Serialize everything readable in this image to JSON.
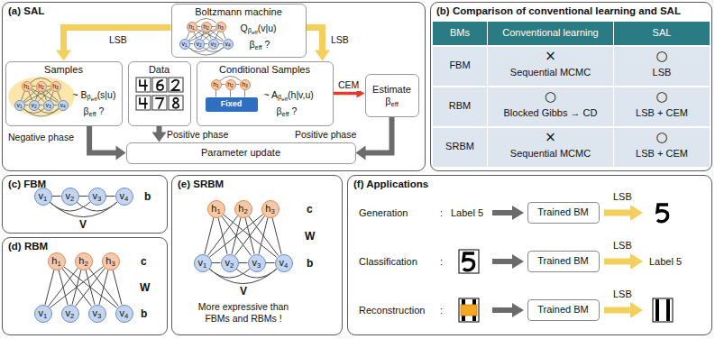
{
  "diagram": {
    "nodes": [
      {
        "text": [
          "(a) SAL"
        ]
      },
      {
        "text": [
          "Boltzmann machine",
          "Qβeff(v|u)",
          "βeff ?"
        ],
        "in": 0
      },
      {
        "text": [
          "h1"
        ],
        "in": 1
      },
      {
        "text": [
          "h2"
        ],
        "in": 1
      },
      {
        "text": [
          "h3"
        ],
        "in": 1
      },
      {
        "text": [
          "v1"
        ],
        "in": 1
      },
      {
        "text": [
          "v2"
        ],
        "in": 1
      },
      {
        "text": [
          "v3"
        ],
        "in": 1
      },
      {
        "text": [
          "v4"
        ],
        "in": 1
      },
      {
        "text": [
          "Samples",
          "~ Bβeff(s|u)",
          "βeff ?"
        ],
        "in": 0
      },
      {
        "text": [
          "h1"
        ],
        "in": 9
      },
      {
        "text": [
          "h2"
        ],
        "in": 9
      },
      {
        "text": [
          "h3"
        ],
        "in": 9
      },
      {
        "text": [
          "v1"
        ],
        "in": 9
      },
      {
        "text": [
          "v2"
        ],
        "in": 9
      },
      {
        "text": [
          "v3"
        ],
        "in": 9
      },
      {
        "text": [
          "v4"
        ],
        "in": 9
      },
      {
        "text": [
          "Data"
        ],
        "in": 0
      },
      {
        "text": [
          "Conditional Samples",
          "~ Aβeff(h|v,u)",
          "βeff ?"
        ],
        "in": 0
      },
      {
        "text": [
          "h1"
        ],
        "in": 18
      },
      {
        "text": [
          "h2"
        ],
        "in": 18
      },
      {
        "text": [
          "h3"
        ],
        "in": 18
      },
      {
        "text": [
          "Fixed"
        ],
        "in": 18
      },
      {
        "text": [
          "Estimate βeff"
        ],
        "in": 0
      },
      {
        "text": [
          "Parameter update"
        ],
        "in": 0
      },
      {
        "text": [
          "(b) Comparison of conventional learning and SAL"
        ]
      },
      {
        "text": [
          "(c) FBM"
        ]
      },
      {
        "text": [
          "v1"
        ],
        "in": 26
      },
      {
        "text": [
          "v2"
        ],
        "in": 26
      },
      {
        "text": [
          "v3"
        ],
        "in": 26
      },
      {
        "text": [
          "v4"
        ],
        "in": 26
      },
      {
        "text": [
          "(d) RBM"
        ]
      },
      {
        "text": [
          "h1"
        ],
        "in": 31
      },
      {
        "text": [
          "h2"
        ],
        "in": 31
      },
      {
        "text": [
          "h3"
        ],
        "in": 31
      },
      {
        "text": [
          "v1"
        ],
        "in": 31
      },
      {
        "text": [
          "v2"
        ],
        "in": 31
      },
      {
        "text": [
          "v3"
        ],
        "in": 31
      },
      {
        "text": [
          "v4"
        ],
        "in": 31
      },
      {
        "text": [
          "(e) SRBM"
        ]
      },
      {
        "text": [
          "h1"
        ],
        "in": 39
      },
      {
        "text": [
          "h2"
        ],
        "in": 39
      },
      {
        "text": [
          "h3"
        ],
        "in": 39
      },
      {
        "text": [
          "v1"
        ],
        "in": 39
      },
      {
        "text": [
          "v2"
        ],
        "in": 39
      },
      {
        "text": [
          "v3"
        ],
        "in": 39
      },
      {
        "text": [
          "v4"
        ],
        "in": 39
      },
      {
        "text": [
          "(f) Applications"
        ]
      },
      {
        "text": [
          "Trained BM"
        ],
        "in": 47
      },
      {
        "text": [
          "Trained BM"
        ],
        "in": 47
      },
      {
        "text": [
          "Trained BM"
        ],
        "in": 47
      }
    ],
    "edges": [
      {
        "from": 2,
        "to": 3,
        "arrow": "none"
      },
      {
        "from": 3,
        "to": 4,
        "arrow": "none"
      },
      {
        "from": 2,
        "to": 4,
        "arrow": "none"
      },
      {
        "from": 5,
        "to": 6,
        "arrow": "none"
      },
      {
        "from": 6,
        "to": 7,
        "arrow": "none"
      },
      {
        "from": 7,
        "to": 8,
        "arrow": "none"
      },
      {
        "from": 5,
        "to": 7,
        "arrow": "none"
      },
      {
        "from": 6,
        "to": 8,
        "arrow": "none"
      },
      {
        "from": 5,
        "to": 8,
        "arrow": "none"
      },
      {
        "from": 2,
        "to": 5,
        "arrow": "none"
      },
      {
        "from": 2,
        "to": 6,
        "arrow": "none"
      },
      {
        "from": 2,
        "to": 7,
        "arrow": "none"
      },
      {
        "from": 2,
        "to": 8,
        "arrow": "none"
      },
      {
        "from": 3,
        "to": 5,
        "arrow": "none"
      },
      {
        "from": 3,
        "to": 6,
        "arrow": "none"
      },
      {
        "from": 3,
        "to": 7,
        "arrow": "none"
      },
      {
        "from": 3,
        "to": 8,
        "arrow": "none"
      },
      {
        "from": 4,
        "to": 5,
        "arrow": "none"
      },
      {
        "from": 4,
        "to": 6,
        "arrow": "none"
      },
      {
        "from": 4,
        "to": 7,
        "arrow": "none"
      },
      {
        "from": 4,
        "to": 8,
        "arrow": "none"
      },
      {
        "from": 10,
        "to": 11,
        "arrow": "none"
      },
      {
        "from": 11,
        "to": 12,
        "arrow": "none"
      },
      {
        "from": 10,
        "to": 12,
        "arrow": "none"
      },
      {
        "from": 13,
        "to": 14,
        "arrow": "none"
      },
      {
        "from": 14,
        "to": 15,
        "arrow": "none"
      },
      {
        "from": 15,
        "to": 16,
        "arrow": "none"
      },
      {
        "from": 13,
        "to": 15,
        "arrow": "none"
      },
      {
        "from": 14,
        "to": 16,
        "arrow": "none"
      },
      {
        "from": 13,
        "to": 16,
        "arrow": "none"
      },
      {
        "from": 10,
        "to": 13,
        "arrow": "none"
      },
      {
        "from": 10,
        "to": 14,
        "arrow": "none"
      },
      {
        "from": 10,
        "to": 15,
        "arrow": "none"
      },
      {
        "from": 10,
        "to": 16,
        "arrow": "none"
      },
      {
        "from": 11,
        "to": 13,
        "arrow": "none"
      },
      {
        "from": 11,
        "to": 14,
        "arrow": "none"
      },
      {
        "from": 11,
        "to": 15,
        "arrow": "none"
      },
      {
        "from": 11,
        "to": 16,
        "arrow": "none"
      },
      {
        "from": 12,
        "to": 13,
        "arrow": "none"
      },
      {
        "from": 12,
        "to": 14,
        "arrow": "none"
      },
      {
        "from": 12,
        "to": 15,
        "arrow": "none"
      },
      {
        "from": 12,
        "to": 16,
        "arrow": "none"
      },
      {
        "from": 19,
        "to": 20,
        "arrow": "none"
      },
      {
        "from": 20,
        "to": 21,
        "arrow": "none"
      },
      {
        "from": 19,
        "to": 21,
        "arrow": "none"
      },
      {
        "from": 19,
        "to": 22,
        "arrow": "none"
      },
      {
        "from": 20,
        "to": 22,
        "arrow": "none"
      },
      {
        "from": 21,
        "to": 22,
        "arrow": "none"
      },
      {
        "from": 1,
        "to": 9,
        "arrow": "to",
        "label": "LSB"
      },
      {
        "from": 1,
        "to": 18,
        "arrow": "to",
        "label": "LSB"
      },
      {
        "from": 18,
        "to": 23,
        "arrow": "to",
        "label": "CEM"
      },
      {
        "from": 9,
        "to": 24,
        "arrow": "to",
        "label": "Negative phase"
      },
      {
        "from": 17,
        "to": 24,
        "arrow": "to",
        "label": "Positive phase"
      },
      {
        "from": 23,
        "to": 24,
        "arrow": "to",
        "label": "Positive phase"
      },
      {
        "from": 27,
        "to": 28,
        "arrow": "none"
      },
      {
        "from": 28,
        "to": 29,
        "arrow": "none"
      },
      {
        "from": 29,
        "to": 30,
        "arrow": "none"
      },
      {
        "from": 27,
        "to": 29,
        "arrow": "none"
      },
      {
        "from": 28,
        "to": 30,
        "arrow": "none"
      },
      {
        "from": 27,
        "to": 30,
        "arrow": "none"
      },
      {
        "from": 32,
        "to": 35,
        "arrow": "none"
      },
      {
        "from": 32,
        "to": 36,
        "arrow": "none"
      },
      {
        "from": 32,
        "to": 37,
        "arrow": "none"
      },
      {
        "from": 32,
        "to": 38,
        "arrow": "none"
      },
      {
        "from": 33,
        "to": 35,
        "arrow": "none"
      },
      {
        "from": 33,
        "to": 36,
        "arrow": "none"
      },
      {
        "from": 33,
        "to": 37,
        "arrow": "none"
      },
      {
        "from": 33,
        "to": 38,
        "arrow": "none"
      },
      {
        "from": 34,
        "to": 35,
        "arrow": "none"
      },
      {
        "from": 34,
        "to": 36,
        "arrow": "none"
      },
      {
        "from": 34,
        "to": 37,
        "arrow": "none"
      },
      {
        "from": 34,
        "to": 38,
        "arrow": "none"
      },
      {
        "from": 40,
        "to": 43,
        "arrow": "none"
      },
      {
        "from": 40,
        "to": 44,
        "arrow": "none"
      },
      {
        "from": 40,
        "to": 45,
        "arrow": "none"
      },
      {
        "from": 40,
        "to": 46,
        "arrow": "none"
      },
      {
        "from": 41,
        "to": 43,
        "arrow": "none"
      },
      {
        "from": 41,
        "to": 44,
        "arrow": "none"
      },
      {
        "from": 41,
        "to": 45,
        "arrow": "none"
      },
      {
        "from": 41,
        "to": 46,
        "arrow": "none"
      },
      {
        "from": 42,
        "to": 43,
        "arrow": "none"
      },
      {
        "from": 42,
        "to": 44,
        "arrow": "none"
      },
      {
        "from": 42,
        "to": 45,
        "arrow": "none"
      },
      {
        "from": 42,
        "to": 46,
        "arrow": "none"
      },
      {
        "from": 43,
        "to": 44,
        "arrow": "none"
      },
      {
        "from": 44,
        "to": 45,
        "arrow": "none"
      },
      {
        "from": 45,
        "to": 46,
        "arrow": "none"
      },
      {
        "from": 43,
        "to": 45,
        "arrow": "none"
      },
      {
        "from": 44,
        "to": 46,
        "arrow": "none"
      },
      {
        "from": 43,
        "to": 46,
        "arrow": "none"
      }
    ],
    "labels": [
      "BMs",
      "Conventional learning",
      "SAL",
      "FBM",
      "×",
      "Sequential MCMC",
      "○",
      "LSB",
      "RBM",
      "○",
      "Blocked Gibbs → CD",
      "○",
      "LSB + CEM",
      "SRBM",
      "×",
      "Sequential MCMC",
      "○",
      "LSB + CEM",
      "b",
      "V",
      "c",
      "W",
      "b",
      "c",
      "W",
      "b",
      "V",
      "More expressive than FBMs and RBMs !",
      "Generation",
      ":",
      "Label 5",
      "LSB",
      "Classification",
      ":",
      "LSB",
      "Label 5",
      "Reconstruction",
      ":",
      "LSB"
    ]
  }
}
